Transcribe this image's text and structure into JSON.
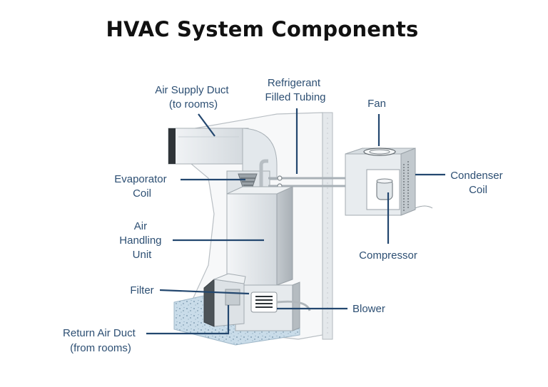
{
  "title": "HVAC System Components",
  "colors": {
    "label_text": "#2d4f73",
    "leader_line": "#23476f",
    "metal_light": "#e9edf0",
    "metal_mid": "#cfd5da",
    "metal_dark": "#8f969c",
    "floor": "#c8dbe8"
  },
  "labels": {
    "air_supply_duct": [
      "Air Supply Duct",
      "(to rooms)"
    ],
    "refrigerant_tubing": [
      "Refrigerant",
      "Filled Tubing"
    ],
    "fan": [
      "Fan"
    ],
    "evaporator_coil": [
      "Evaporator",
      "Coil"
    ],
    "condenser_coil": [
      "Condenser",
      "Coil"
    ],
    "air_handling_unit": [
      "Air",
      "Handling",
      "Unit"
    ],
    "compressor": [
      "Compressor"
    ],
    "filter": [
      "Filter"
    ],
    "blower": [
      "Blower"
    ],
    "return_air_duct": [
      "Return Air Duct",
      "(from rooms)"
    ]
  }
}
